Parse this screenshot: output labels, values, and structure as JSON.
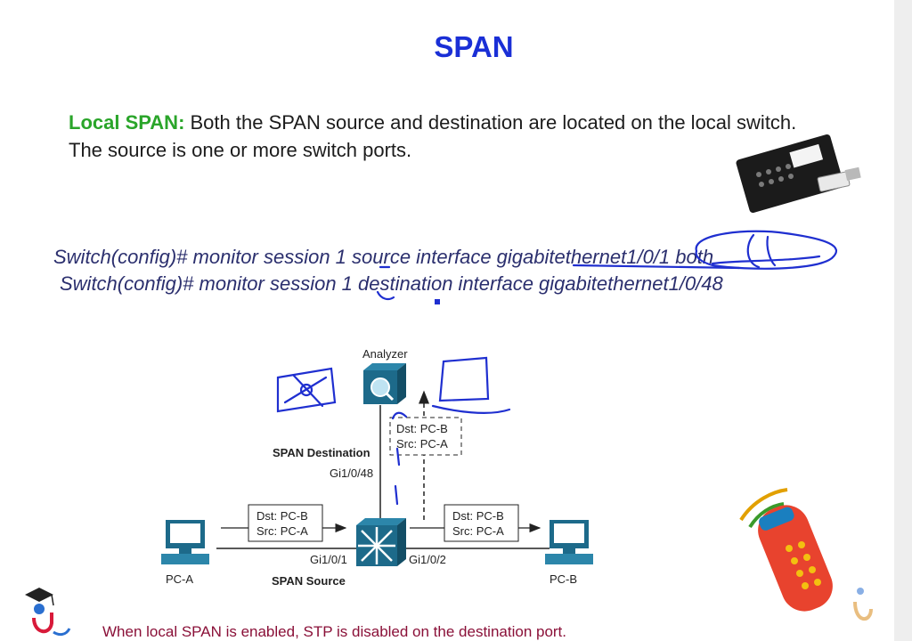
{
  "title": "SPAN",
  "description": {
    "label": "Local SPAN:",
    "text": " Both the SPAN source and destination are located on the local switch. The source is one or more switch ports."
  },
  "commands": [
    "Switch(config)# monitor session 1 source interface gigabitethernet1/0/1 both",
    "Switch(config)# monitor session 1 destination interface gigabitethernet1/0/48"
  ],
  "diagram": {
    "analyzer": "Analyzer",
    "span_destination": "SPAN Destination",
    "span_source": "SPAN Source",
    "port_dest": "Gi1/0/48",
    "port_src": "Gi1/0/1",
    "port_out": "Gi1/0/2",
    "pc_a": "PC-A",
    "pc_b": "PC-B",
    "frames": [
      {
        "dst": "Dst: PC-B",
        "src": "Src: PC-A"
      },
      {
        "dst": "Dst: PC-B",
        "src": "Src: PC-A"
      },
      {
        "dst": "Dst: PC-B",
        "src": "Src: PC-A"
      }
    ]
  },
  "footer": "When local SPAN is enabled, STP is disabled on the destination port.",
  "colors": {
    "title": "#1a2fd6",
    "label": "#2aa52a",
    "footer": "#8a1038",
    "ink": "#1f2fd0",
    "remote_body": "#e8432e"
  }
}
